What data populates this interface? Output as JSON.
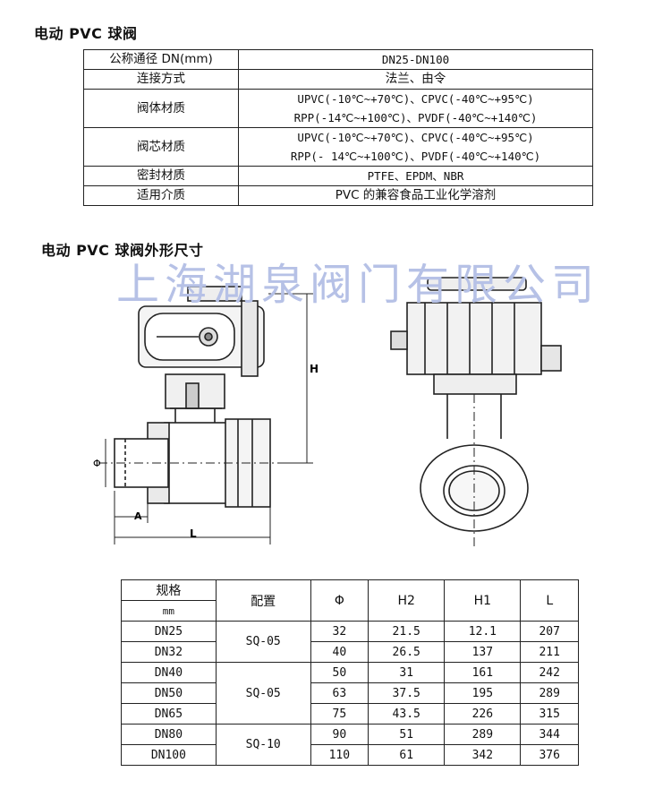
{
  "title_spec": "电动 PVC 球阀",
  "title_dims": "电动 PVC 球阀外形尺寸",
  "watermark": "上海湖泉阀门有限公司",
  "spec_rows": [
    {
      "label": "公称通径 DN(mm)",
      "values": [
        "DN25-DN100"
      ]
    },
    {
      "label": "连接方式",
      "values": [
        "法兰、由令"
      ]
    },
    {
      "label": "阀体材质",
      "values": [
        "UPVC(-10℃~+70℃)、CPVC(-40℃~+95℃)",
        "RPP(-14℃~+100℃)、PVDF(-40℃~+140℃)"
      ]
    },
    {
      "label": "阀芯材质",
      "values": [
        "UPVC(-10℃~+70℃)、CPVC(-40℃~+95℃)",
        "RPP(- 14℃~+100℃)、PVDF(-40℃~+140℃)"
      ]
    },
    {
      "label": "密封材质",
      "values": [
        "PTFE、EPDM、NBR"
      ]
    },
    {
      "label": "适用介质",
      "values": [
        "PVC 的兼容食品工业化学溶剂"
      ]
    }
  ],
  "drawing_labels": {
    "h": "H",
    "a": "A",
    "l": "L",
    "phi": "Φ"
  },
  "dims_headers": {
    "spec": "规格",
    "unit": "mm",
    "config": "配置",
    "phi": "Φ",
    "h2": "H2",
    "h1": "H1",
    "l": "L"
  },
  "dims_rows": [
    {
      "spec": "DN25",
      "phi": "32",
      "h2": "21.5",
      "h1": "12.1",
      "l": "207"
    },
    {
      "spec": "DN32",
      "phi": "40",
      "h2": "26.5",
      "h1": "137",
      "l": "211"
    },
    {
      "spec": "DN40",
      "phi": "50",
      "h2": "31",
      "h1": "161",
      "l": "242"
    },
    {
      "spec": "DN50",
      "phi": "63",
      "h2": "37.5",
      "h1": "195",
      "l": "289"
    },
    {
      "spec": "DN65",
      "phi": "75",
      "h2": "43.5",
      "h1": "226",
      "l": "315"
    },
    {
      "spec": "DN80",
      "phi": "90",
      "h2": "51",
      "h1": "289",
      "l": "344"
    },
    {
      "spec": "DN100",
      "phi": "110",
      "h2": "61",
      "h1": "342",
      "l": "376"
    }
  ],
  "dims_configs": [
    "SQ-05",
    "SQ-05",
    "SQ-10"
  ]
}
